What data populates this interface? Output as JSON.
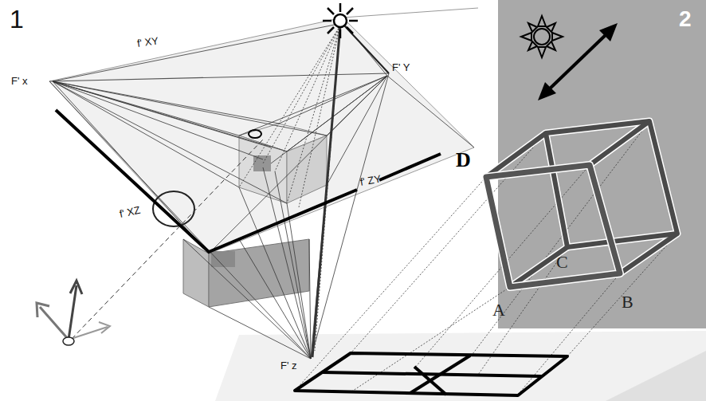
{
  "diagram": {
    "labels": [
      "1",
      "F' x",
      "f' XY",
      "F' Y",
      "f' ZY",
      "f' XZ",
      "D",
      "F' z",
      "2",
      "A",
      "C",
      "B"
    ]
  }
}
